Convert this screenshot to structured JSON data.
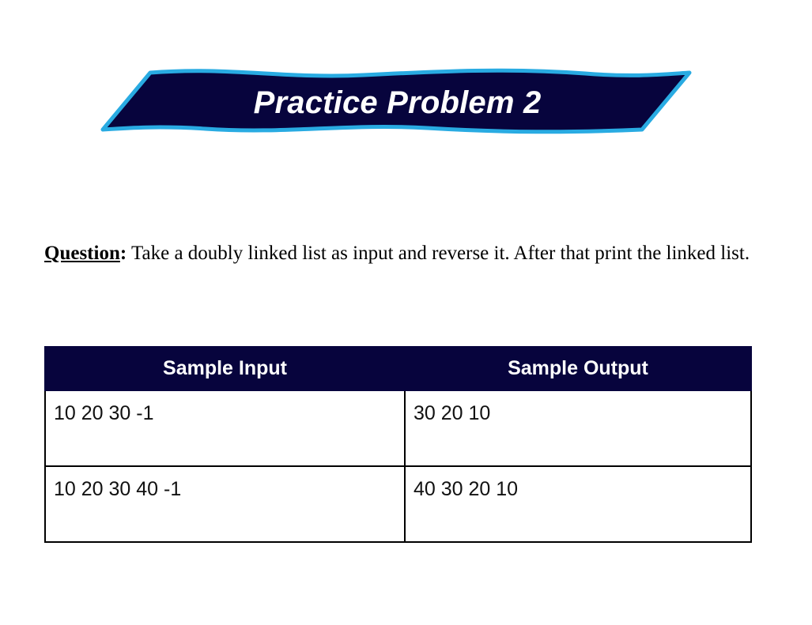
{
  "banner": {
    "title": "Practice Problem 2",
    "fill_color": "#07043d",
    "border_color": "#29abe2"
  },
  "question": {
    "label": "Question",
    "colon": ":",
    "text": " Take a doubly linked list as input and reverse it. After that print the linked list."
  },
  "table": {
    "headers": [
      "Sample Input",
      "Sample Output"
    ],
    "rows": [
      [
        "10 20 30 -1",
        "30 20 10"
      ],
      [
        "10 20 30 40 -1",
        "40 30 20 10"
      ]
    ],
    "header_color": "#07043d"
  }
}
